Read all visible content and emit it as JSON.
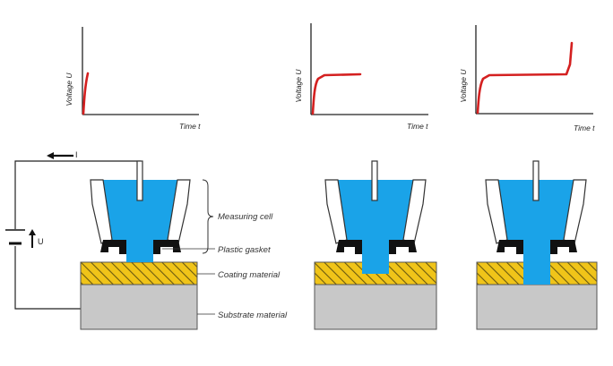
{
  "graphs": [
    {
      "y_label": "Voltage U",
      "x_label": "Time t"
    },
    {
      "y_label": "Voltage U",
      "x_label": "Time t"
    },
    {
      "y_label": "Voltage U",
      "x_label": "Time t"
    }
  ],
  "labels": {
    "current": "I",
    "voltage": "U",
    "measuring_cell": "Measuring cell",
    "plastic_gasket": "Plastic gasket",
    "coating_material": "Coating material",
    "substrate_material": "Substrate material"
  },
  "colors": {
    "electrolyte": "#1aa3e8",
    "curve": "#d42020",
    "coating": "#f0c419",
    "substrate": "#c8c8c8",
    "gasket": "#111111",
    "cell_wall": "#ffffff"
  }
}
